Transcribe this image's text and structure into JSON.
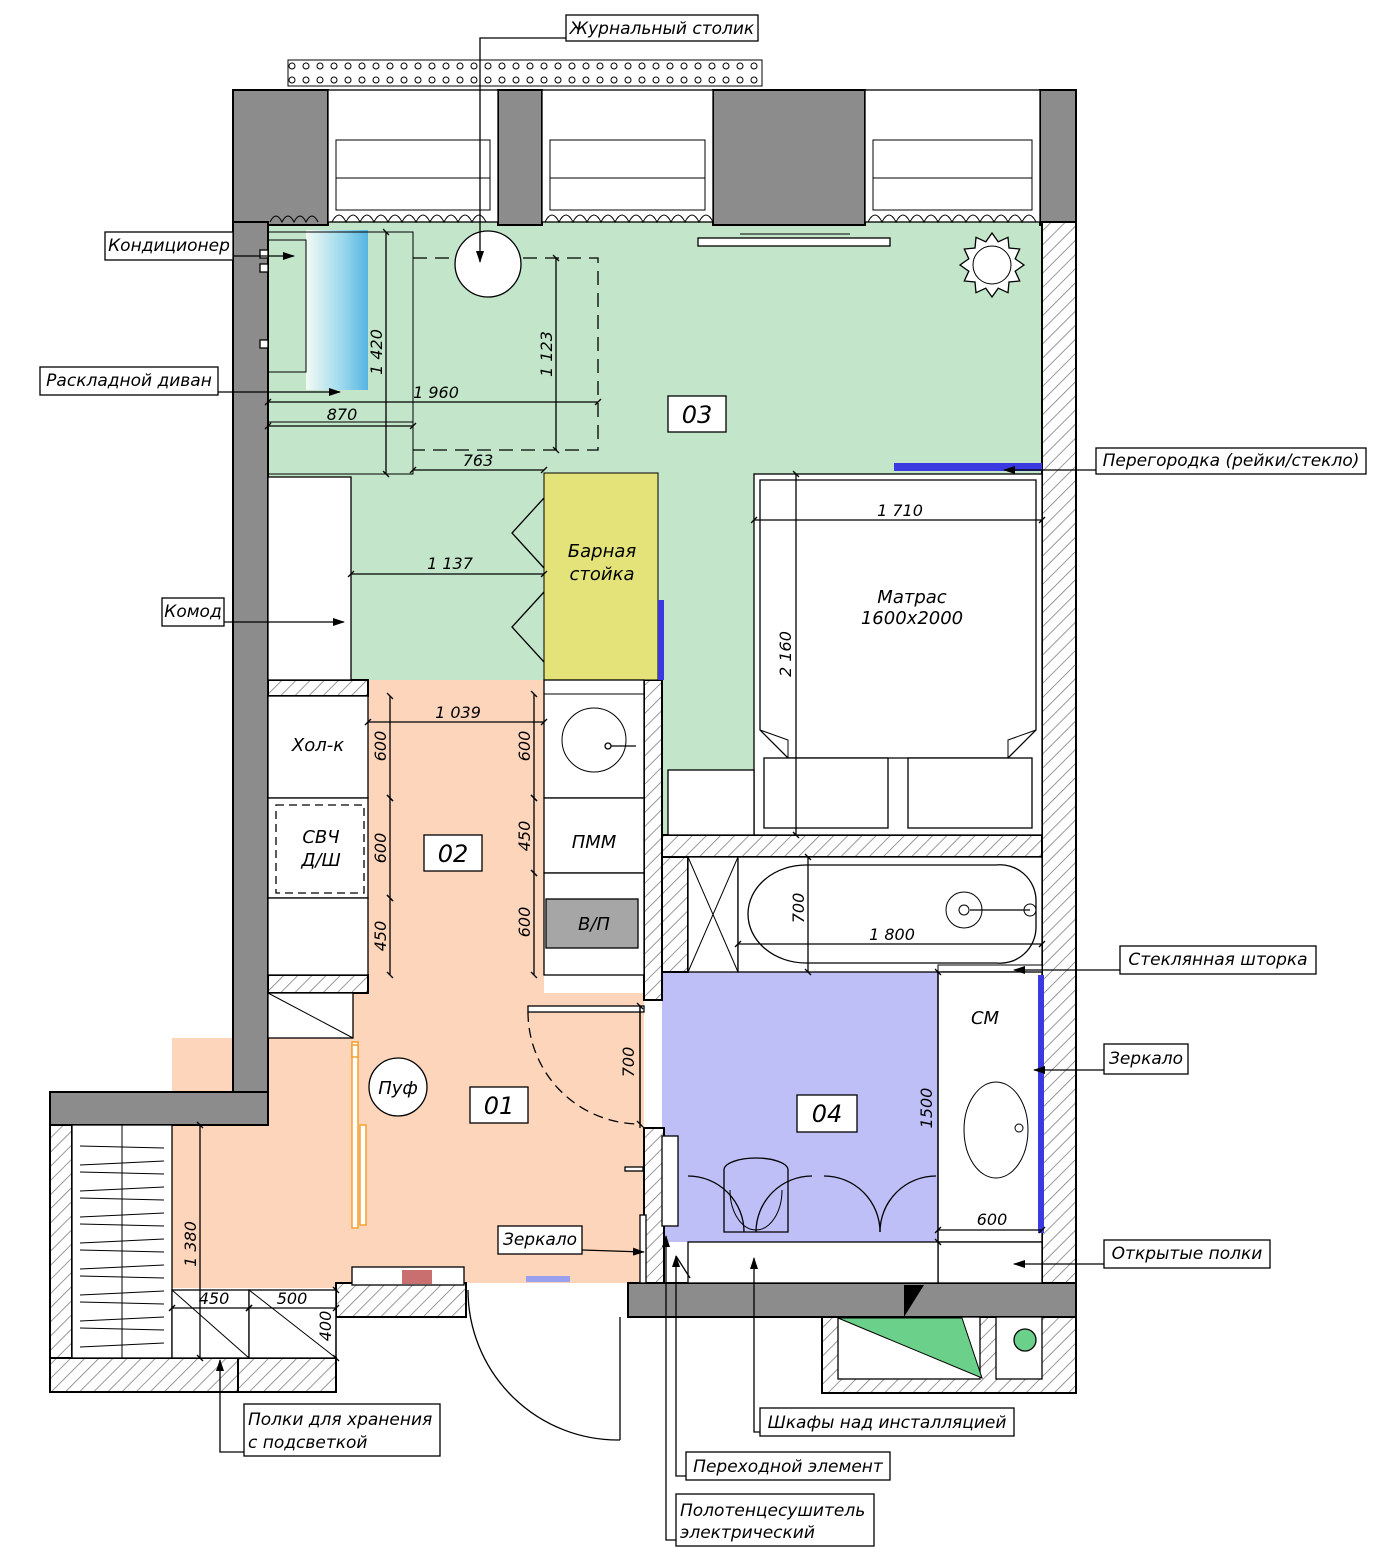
{
  "callouts": {
    "coffee_table": "Журнальный столик",
    "air_conditioner": "Кондиционер",
    "sofa_bed": "Раскладной диван",
    "partition": "Перегородка (рейки/стекло)",
    "dresser": "Комод",
    "glass_screen": "Стеклянная шторка",
    "mirror_bath": "Зеркало",
    "mirror_hall": "Зеркало",
    "open_shelves": "Открытые полки",
    "storage_shelves_1": "Полки для хранения",
    "storage_shelves_2": "с подсветкой",
    "cabinets_installation": "Шкафы над инсталляцией",
    "transition_element": "Переходной элемент",
    "towel_dryer_1": "Полотенцесушитель",
    "towel_dryer_2": "электрический"
  },
  "rooms": {
    "r01": "01",
    "r02": "02",
    "r03": "03",
    "r04": "04"
  },
  "furniture": {
    "bar_1": "Барная",
    "bar_2": "стойка",
    "mattress_1": "Матрас",
    "mattress_2": "1600х2000",
    "fridge": "Хол-к",
    "microwave_1": "СВЧ",
    "microwave_2": "Д/Ш",
    "dishwasher": "ПММ",
    "hood": "В/П",
    "pouf": "Пуф",
    "washer": "СМ"
  },
  "dimensions": {
    "d1420": "1 420",
    "d1123": "1 123",
    "d1960": "1 960",
    "d870": "870",
    "d763": "763",
    "d1137": "1 137",
    "d1710": "1 710",
    "d2160": "2 160",
    "d1039": "1 039",
    "k600a": "600",
    "k600b": "600",
    "k450a": "450",
    "r600a": "600",
    "r450": "450",
    "r600b": "600",
    "d700bath": "700",
    "d1800": "1 800",
    "d700door": "700",
    "d1500": "1500",
    "d600": "600",
    "d1380": "1 380",
    "d450": "450",
    "d500": "500",
    "d400": "400"
  },
  "colors": {
    "living": "#c3e6cb",
    "kitchen": "#fdd5bb",
    "hall": "#fdd5bb",
    "bath": "#bfbff7",
    "bar": "#e3e37a",
    "partition": "#3a3ae0"
  }
}
